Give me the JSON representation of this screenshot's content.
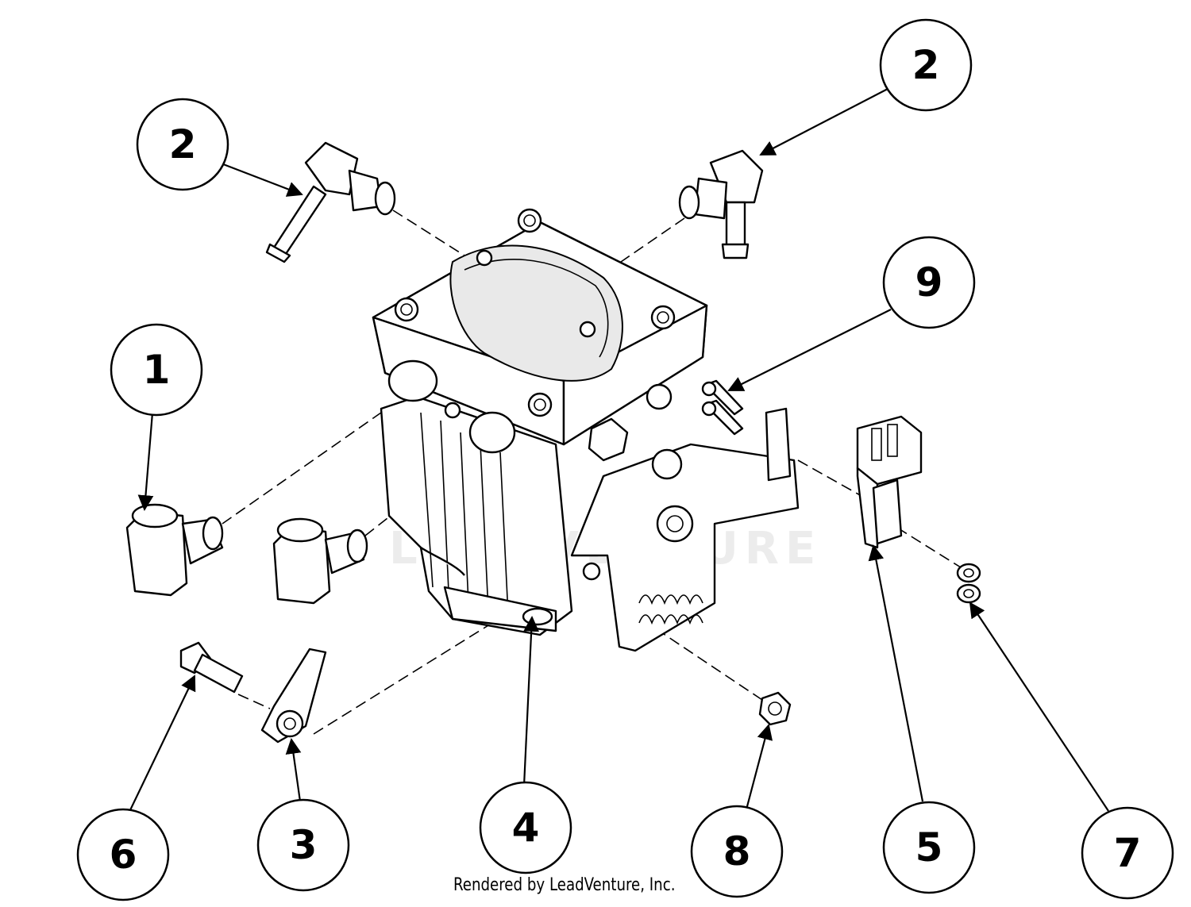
{
  "callouts": {
    "c1": "1",
    "c2a": "2",
    "c2b": "2",
    "c3": "3",
    "c4": "4",
    "c5": "5",
    "c6": "6",
    "c7": "7",
    "c8": "8",
    "c9": "9"
  },
  "watermark": "LEADVENTURE",
  "credit": "Rendered by LeadVenture, Inc."
}
